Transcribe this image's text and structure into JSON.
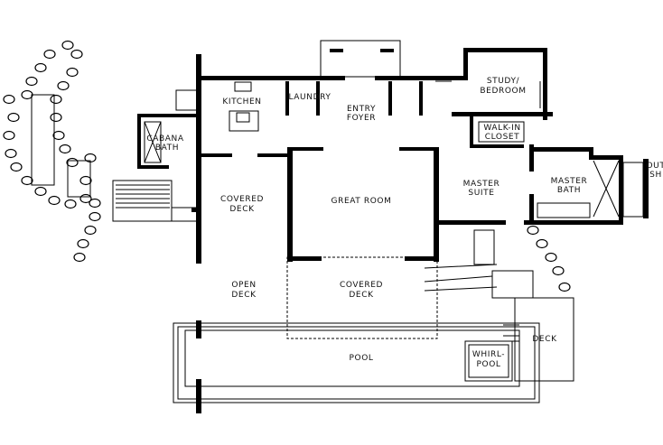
{
  "plan": {
    "rooms": {
      "kitchen": "KITCHEN",
      "laundry": "LAUNDRY",
      "entry_1": "ENTRY",
      "entry_2": "FOYER",
      "study_1": "STUDY/",
      "study_2": "BEDROOM",
      "closet_1": "WALK-IN",
      "closet_2": "CLOSET",
      "cabana_1": "CABANA",
      "cabana_2": "BATH",
      "covered_deck_1": "COVERED",
      "covered_deck_2": "DECK",
      "great_room": "GREAT ROOM",
      "master_suite_1": "MASTER",
      "master_suite_2": "SUITE",
      "master_bath_1": "MASTER",
      "master_bath_2": "BATH",
      "outdoor_shower_1": "OUT",
      "outdoor_shower_2": "SH",
      "open_deck_1": "OPEN",
      "open_deck_2": "DECK",
      "covered_deck2_1": "COVERED",
      "covered_deck2_2": "DECK",
      "pool": "POOL",
      "whirlpool_1": "WHIRL-",
      "whirlpool_2": "POOL",
      "deck": "DECK"
    }
  }
}
